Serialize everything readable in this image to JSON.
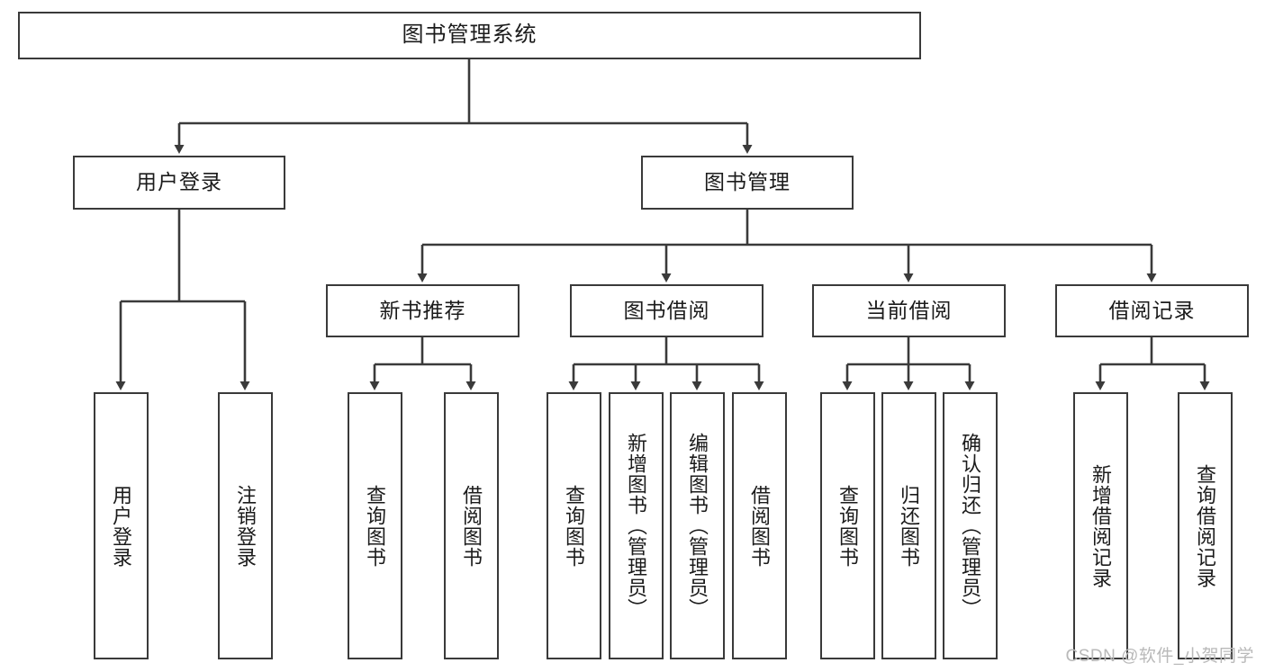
{
  "diagram": {
    "type": "tree-hierarchy",
    "title": "图书管理系统",
    "watermark": "CSDN @软件_小贺同学",
    "colors": {
      "box_border": "#3a3a3a",
      "box_fill": "#ffffff",
      "edge": "#3a3a3a",
      "text": "#1b1b1b",
      "watermark": "#b9b9b9",
      "background": "#ffffff"
    },
    "nodes": {
      "root": {
        "label": "图书管理系统",
        "level": 1
      },
      "user_login": {
        "label": "用户登录",
        "level": 2
      },
      "book_mgmt": {
        "label": "图书管理",
        "level": 2
      },
      "new_book_rec": {
        "label": "新书推荐",
        "level": 3
      },
      "book_borrow": {
        "label": "图书借阅",
        "level": 3
      },
      "current_borrow": {
        "label": "当前借阅",
        "level": 3
      },
      "borrow_record": {
        "label": "借阅记录",
        "level": 3
      },
      "leaf_user_login": {
        "label": "用户登录",
        "level": 4
      },
      "leaf_logout": {
        "label": "注销登录",
        "level": 4
      },
      "leaf_query_book_1": {
        "label": "查询图书",
        "level": 4
      },
      "leaf_borrow_book_1": {
        "label": "借阅图书",
        "level": 4
      },
      "leaf_query_book_2": {
        "label": "查询图书",
        "level": 4
      },
      "leaf_add_book": {
        "label": "新增图书（管理员）",
        "level": 4
      },
      "leaf_edit_book": {
        "label": "编辑图书（管理员）",
        "level": 4
      },
      "leaf_borrow_book_2": {
        "label": "借阅图书",
        "level": 4
      },
      "leaf_query_book_3": {
        "label": "查询图书",
        "level": 4
      },
      "leaf_return_book": {
        "label": "归还图书",
        "level": 4
      },
      "leaf_confirm_return": {
        "label": "确认归还（管理员）",
        "level": 4
      },
      "leaf_add_record": {
        "label": "新增借阅记录",
        "level": 4
      },
      "leaf_query_record": {
        "label": "查询借阅记录",
        "level": 4
      }
    },
    "edges": [
      {
        "from": "root",
        "to": "user_login"
      },
      {
        "from": "root",
        "to": "book_mgmt"
      },
      {
        "from": "user_login",
        "to": "leaf_user_login"
      },
      {
        "from": "user_login",
        "to": "leaf_logout"
      },
      {
        "from": "book_mgmt",
        "to": "new_book_rec"
      },
      {
        "from": "book_mgmt",
        "to": "book_borrow"
      },
      {
        "from": "book_mgmt",
        "to": "current_borrow"
      },
      {
        "from": "book_mgmt",
        "to": "borrow_record"
      },
      {
        "from": "new_book_rec",
        "to": "leaf_query_book_1"
      },
      {
        "from": "new_book_rec",
        "to": "leaf_borrow_book_1"
      },
      {
        "from": "book_borrow",
        "to": "leaf_query_book_2"
      },
      {
        "from": "book_borrow",
        "to": "leaf_add_book"
      },
      {
        "from": "book_borrow",
        "to": "leaf_edit_book"
      },
      {
        "from": "book_borrow",
        "to": "leaf_borrow_book_2"
      },
      {
        "from": "current_borrow",
        "to": "leaf_query_book_3"
      },
      {
        "from": "current_borrow",
        "to": "leaf_return_book"
      },
      {
        "from": "current_borrow",
        "to": "leaf_confirm_return"
      },
      {
        "from": "borrow_record",
        "to": "leaf_add_record"
      },
      {
        "from": "borrow_record",
        "to": "leaf_query_record"
      }
    ]
  }
}
